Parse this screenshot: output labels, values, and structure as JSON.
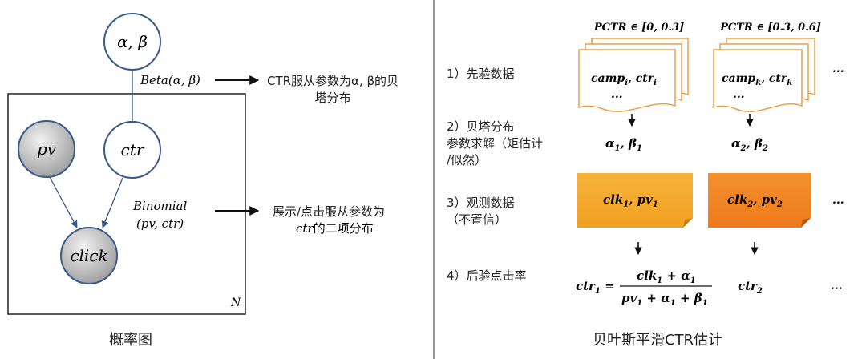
{
  "left_panel": {
    "caption": "概率图",
    "nodes": {
      "alpha_beta": "α, β",
      "pv": "pv",
      "ctr": "ctr",
      "click": "click"
    },
    "edge_labels": {
      "beta": "Beta(α, β)",
      "binomial_line1": "Binomial",
      "binomial_line2": "(pv, ctr)"
    },
    "plate_label": "N",
    "annotations": {
      "beta_line1": "CTR服从参数为α, β的贝",
      "beta_line2": "塔分布",
      "binomial_line1": "展示/点击服从参数为",
      "binomial_line2_var": "ctr",
      "binomial_line2_rest": "的二项分布"
    }
  },
  "right_panel": {
    "caption": "贝叶斯平滑CTR估计",
    "steps": {
      "prior": "1）先验数据",
      "beta_line1": "2）贝塔分布",
      "beta_line2": "参数求解（矩估计",
      "beta_line3": "/似然）",
      "observed_line1": "3）观测数据",
      "observed_line2": "（不置信）",
      "posterior": "4）后验点击率"
    },
    "buckets": [
      {
        "range": "PCTR ∈ [0, 0.3]",
        "doc_line1": "camp_i, ctr_i",
        "doc_line1_a": "camp",
        "doc_sub1": "i",
        "doc_mid": ", ctr",
        "doc_sub2": "i",
        "doc_line2": "...",
        "param_a": "α",
        "param_a_sub": "1",
        "param_b": "β",
        "param_b_sub": "1",
        "obs_a": "clk",
        "obs_a_sub": "1",
        "obs_b": "pv",
        "obs_b_sub": "1",
        "color": "#f4a829"
      },
      {
        "range": "PCTR ∈ [0.3, 0.6]",
        "doc_line1_a": "camp",
        "doc_sub1": "k",
        "doc_mid": ", ctr",
        "doc_sub2": "k",
        "doc_line2": "...",
        "param_a": "α",
        "param_a_sub": "2",
        "param_b": "β",
        "param_b_sub": "2",
        "obs_a": "clk",
        "obs_a_sub": "2",
        "obs_b": "pv",
        "obs_b_sub": "2",
        "color": "#f08a24"
      }
    ],
    "ellipsis": "...",
    "formula": {
      "lhs": "ctr",
      "lhs_sub": "1",
      "num_a": "clk",
      "num_a_sub": "1",
      "num_plus": " + α",
      "num_b_sub": "1",
      "den_a": "pv",
      "den_a_sub": "1",
      "den_mid": " + α",
      "den_mid_sub": "1",
      "den_end": " + β",
      "den_end_sub": "1",
      "second": "ctr",
      "second_sub": "2"
    }
  },
  "colors": {
    "node_stroke": "#3a5a8c",
    "shaded_fill": "#b9b9b9",
    "doc_stroke": "#e8a24a",
    "divider": "#999999"
  }
}
